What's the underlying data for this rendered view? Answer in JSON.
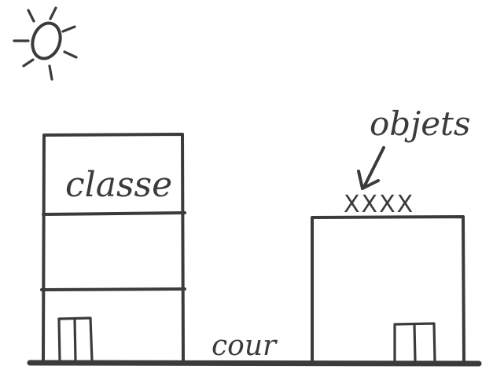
{
  "labels": {
    "classe": "classe",
    "cour": "cour",
    "objets": "objets"
  },
  "objects_marks": "XXXX",
  "colors": {
    "ink": "#3b3b3b",
    "background": "#ffffff"
  },
  "icons": [
    "sun-icon",
    "arrow-icon"
  ]
}
